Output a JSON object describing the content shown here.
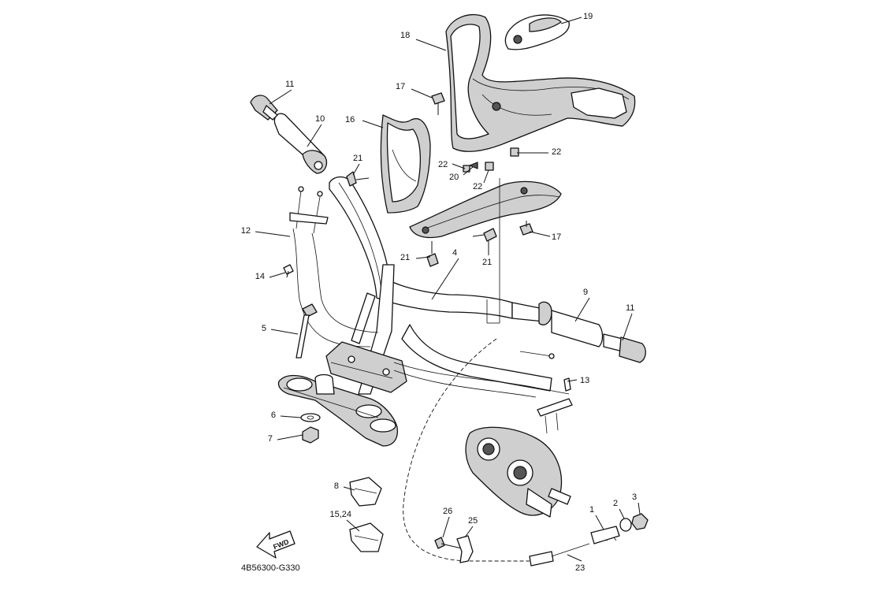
{
  "diagram": {
    "reference_code": "4B56300-G330",
    "fwd_label": "FWD"
  },
  "callouts": [
    {
      "label": "1"
    },
    {
      "label": "2"
    },
    {
      "label": "3"
    },
    {
      "label": "4"
    },
    {
      "label": "5"
    },
    {
      "label": "6"
    },
    {
      "label": "7"
    },
    {
      "label": "8"
    },
    {
      "label": "9"
    },
    {
      "label": "10"
    },
    {
      "label": "11"
    },
    {
      "label": "11"
    },
    {
      "label": "12"
    },
    {
      "label": "13"
    },
    {
      "label": "14"
    },
    {
      "label": "15,24"
    },
    {
      "label": "16"
    },
    {
      "label": "17"
    },
    {
      "label": "17"
    },
    {
      "label": "18"
    },
    {
      "label": "19"
    },
    {
      "label": "20"
    },
    {
      "label": "21"
    },
    {
      "label": "21"
    },
    {
      "label": "21"
    },
    {
      "label": "22"
    },
    {
      "label": "22"
    },
    {
      "label": "22"
    },
    {
      "label": "23"
    },
    {
      "label": "25"
    },
    {
      "label": "26"
    }
  ]
}
